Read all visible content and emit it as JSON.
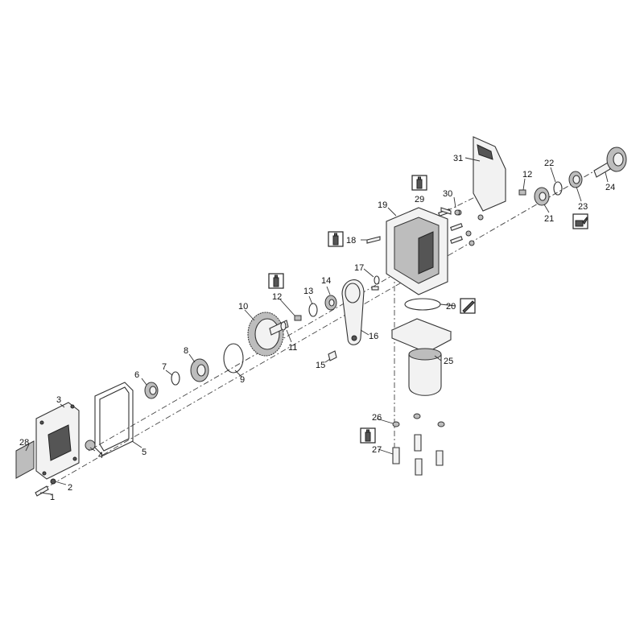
{
  "diagram": {
    "type": "exploded-parts-view",
    "callouts": [
      {
        "id": "c1",
        "label": "1"
      },
      {
        "id": "c2",
        "label": "2"
      },
      {
        "id": "c3",
        "label": "3"
      },
      {
        "id": "c4",
        "label": "4"
      },
      {
        "id": "c5",
        "label": "5"
      },
      {
        "id": "c6",
        "label": "6"
      },
      {
        "id": "c7",
        "label": "7"
      },
      {
        "id": "c8",
        "label": "8"
      },
      {
        "id": "c9",
        "label": "9"
      },
      {
        "id": "c10",
        "label": "10"
      },
      {
        "id": "c11",
        "label": "11"
      },
      {
        "id": "c12a",
        "label": "12"
      },
      {
        "id": "c12b",
        "label": "12"
      },
      {
        "id": "c13",
        "label": "13"
      },
      {
        "id": "c14",
        "label": "14"
      },
      {
        "id": "c15",
        "label": "15"
      },
      {
        "id": "c16",
        "label": "16"
      },
      {
        "id": "c17",
        "label": "17"
      },
      {
        "id": "c18",
        "label": "18"
      },
      {
        "id": "c19",
        "label": "19"
      },
      {
        "id": "c20",
        "label": "20"
      },
      {
        "id": "c21",
        "label": "21"
      },
      {
        "id": "c22",
        "label": "22"
      },
      {
        "id": "c23",
        "label": "23"
      },
      {
        "id": "c24",
        "label": "24"
      },
      {
        "id": "c25",
        "label": "25"
      },
      {
        "id": "c26",
        "label": "26"
      },
      {
        "id": "c27",
        "label": "27"
      },
      {
        "id": "c28",
        "label": "28"
      },
      {
        "id": "c29",
        "label": "29"
      },
      {
        "id": "c30",
        "label": "30"
      },
      {
        "id": "c31",
        "label": "31"
      }
    ],
    "symbols": [
      {
        "id": "s1",
        "icon": "threadlocker-bottle-icon"
      },
      {
        "id": "s2",
        "icon": "threadlocker-bottle-icon"
      },
      {
        "id": "s3",
        "icon": "threadlocker-bottle-icon"
      },
      {
        "id": "s4",
        "icon": "threadlocker-bottle-icon"
      },
      {
        "id": "s5",
        "icon": "sealant-tube-icon"
      },
      {
        "id": "s6",
        "icon": "oil-can-icon"
      }
    ]
  }
}
